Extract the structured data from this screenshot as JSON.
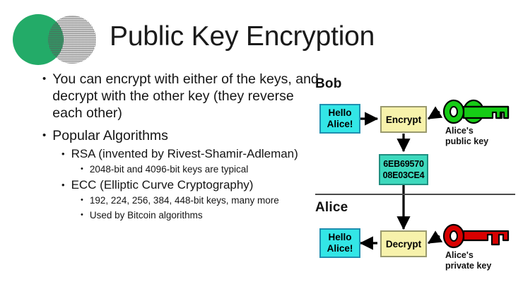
{
  "slide": {
    "title": "Public Key Encryption",
    "logo": {
      "solid_icon": "green-circle",
      "dot_icon": "halftone-circle",
      "green": "#23ab68"
    }
  },
  "bullets": {
    "level1": [
      "You can encrypt with either of the keys, and decrypt with the other key (they reverse each other)",
      "Popular Algorithms"
    ],
    "level2": [
      "RSA (invented by Rivest-Shamir-Adleman)",
      "ECC (Elliptic Curve Cryptography)"
    ],
    "level3": [
      "2048-bit and 4096-bit keys are typical",
      "192, 224, 256, 384, 448-bit keys, many more",
      "Used by Bitcoin algorithms"
    ],
    "marker": "•"
  },
  "diagram": {
    "bob": {
      "label": "Bob",
      "plaintext_line1": "Hello",
      "plaintext_line2": "Alice!",
      "operation": "Encrypt",
      "key_label_line1": "Alice's",
      "key_label_line2": "public key",
      "key_color": "#16cc16",
      "key_icon": "green-key"
    },
    "ciphertext": {
      "line1": "6EB69570",
      "line2": "08E03CE4",
      "fill": "#3dd9bd"
    },
    "alice": {
      "label": "Alice",
      "plaintext_line1": "Hello",
      "plaintext_line2": "Alice!",
      "operation": "Decrypt",
      "key_label_line1": "Alice's",
      "key_label_line2": "private key",
      "key_color": "#d80000",
      "key_icon": "red-key"
    },
    "colors": {
      "plaintext_fill": "#33e6e6",
      "plaintext_border": "#1f8fb0",
      "operation_fill": "#f7f2ab",
      "operation_border": "#9a9a6e",
      "arrow": "#000000",
      "divider": "#4a4a4a"
    }
  }
}
